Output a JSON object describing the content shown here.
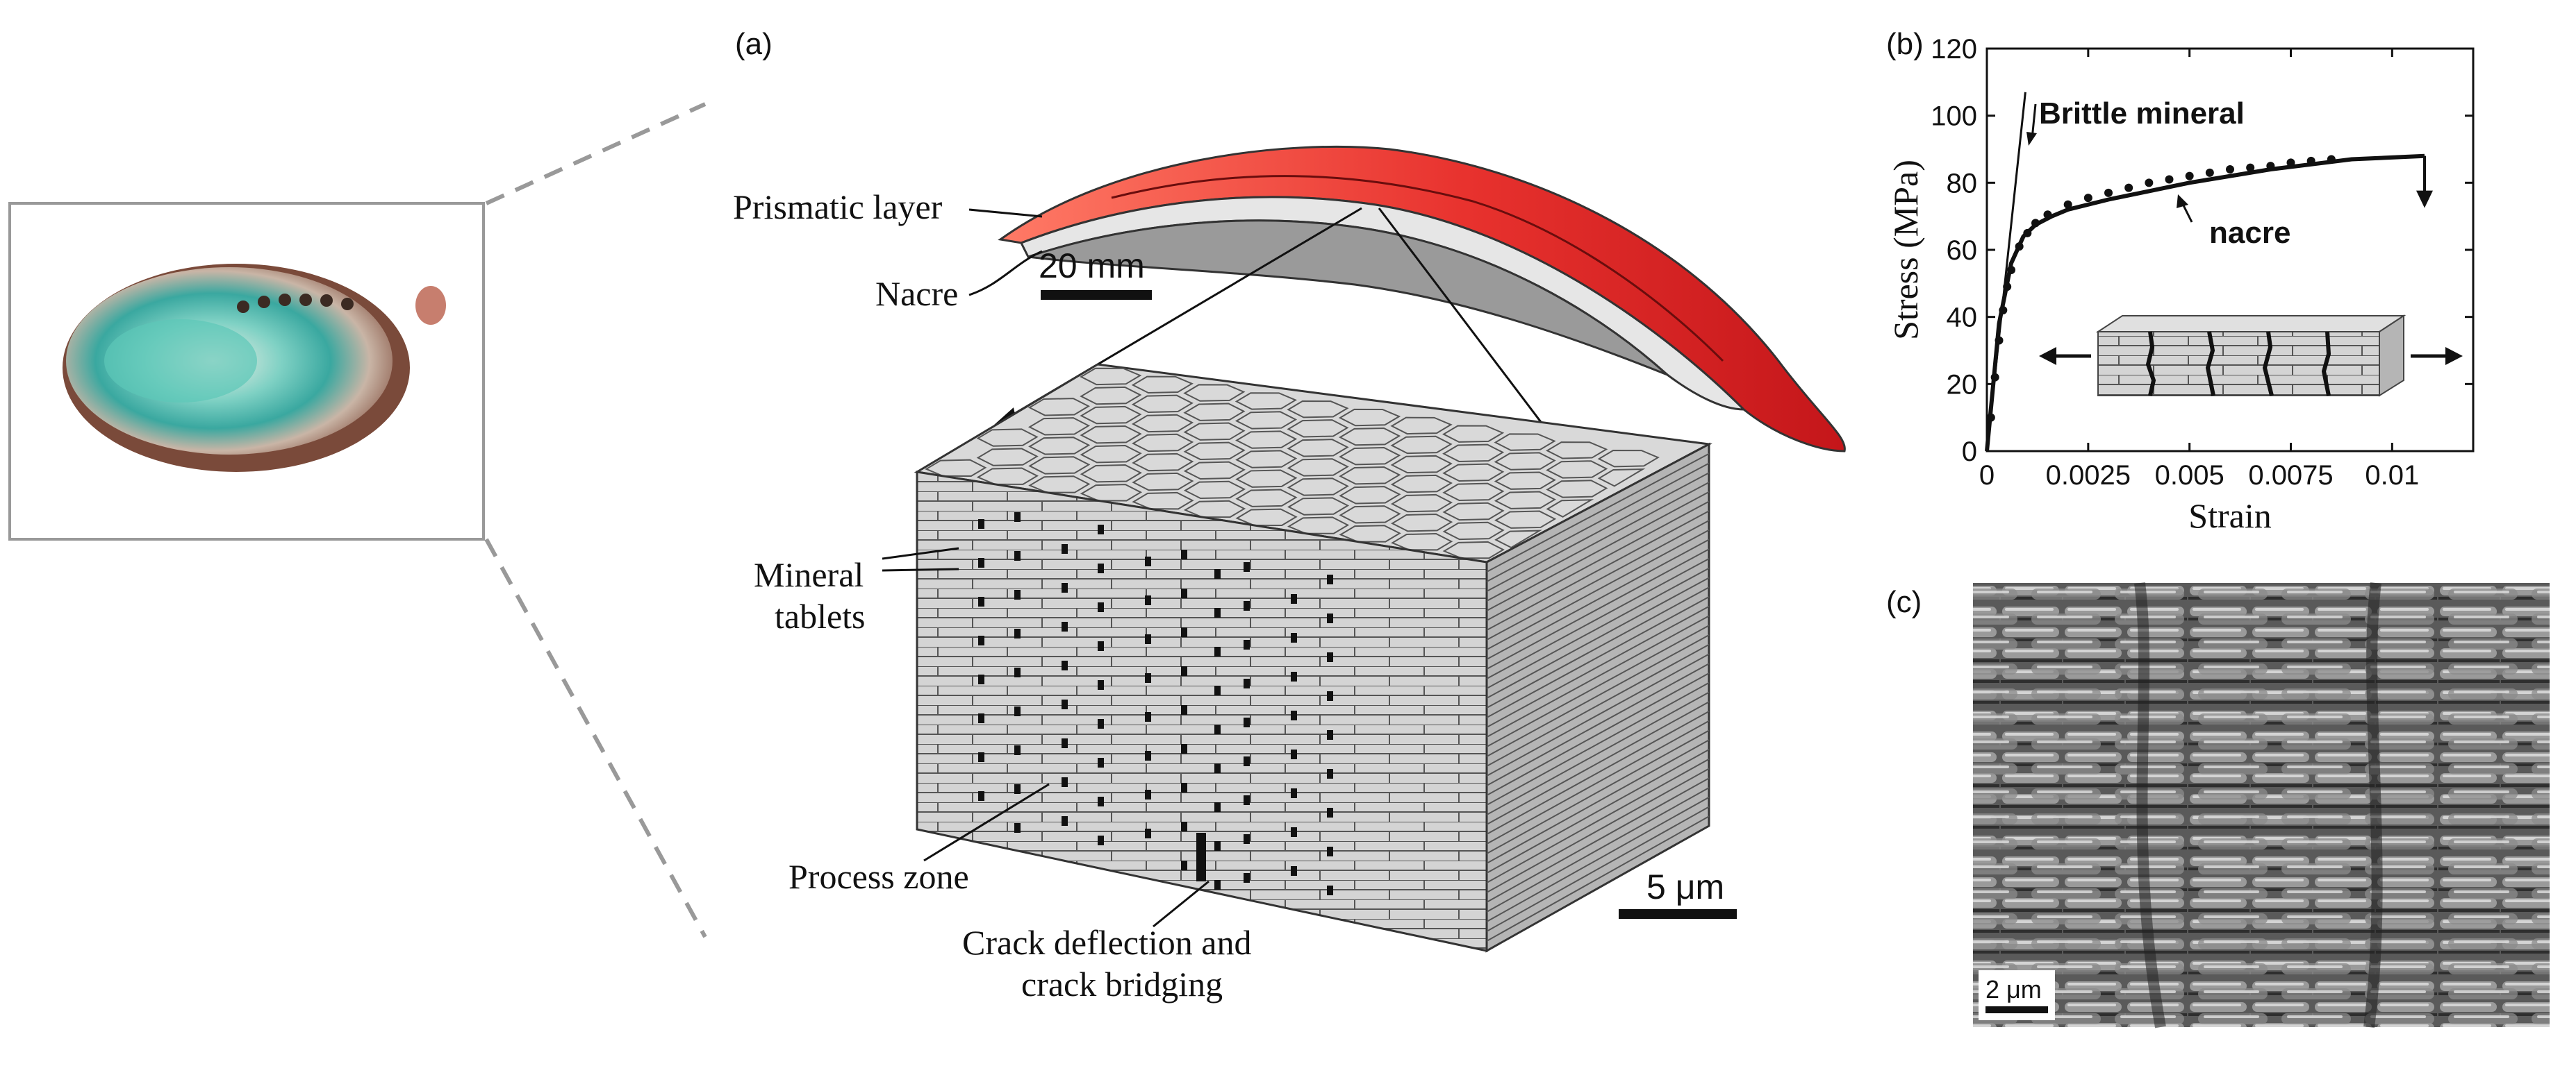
{
  "panels": {
    "a": "(a)",
    "b": "(b)",
    "c": "(c)"
  },
  "shell": {
    "prismatic_layer": "Prismatic layer",
    "nacre": "Nacre",
    "scale_bar": "20 mm"
  },
  "block": {
    "mineral_tablets_line1": "Mineral",
    "mineral_tablets_line2": "tablets",
    "process_zone": "Process zone",
    "crack_line1": "Crack deflection and",
    "crack_line2": "crack bridging",
    "scale_bar": "5 μm"
  },
  "sem": {
    "scale_bar": "2 μm"
  },
  "colors": {
    "prismatic": "#e8322e",
    "prismatic_light": "#ff6b5a",
    "nacre_layer": "#e6e6e6",
    "nacre_shadow": "#9a9a9a",
    "tablet_face": "#d9d9d9",
    "tablet_side": "#b5b5b5"
  },
  "chart_data": {
    "type": "line",
    "xlabel": "Strain",
    "ylabel": "Stress (MPa)",
    "xlim": [
      0,
      0.012
    ],
    "ylim": [
      0,
      120
    ],
    "xticks": [
      0,
      0.0025,
      0.005,
      0.0075,
      0.01
    ],
    "xtick_labels": [
      "0",
      "0.0025",
      "0.005",
      "0.0075",
      "0.01"
    ],
    "yticks": [
      0,
      20,
      40,
      60,
      80,
      100,
      120
    ],
    "ytick_labels": [
      "0",
      "20",
      "40",
      "60",
      "80",
      "100",
      "120"
    ],
    "grid": false,
    "series": [
      {
        "name": "Brittle mineral",
        "style": "thin-line",
        "x": [
          0,
          0.00095
        ],
        "y": [
          0,
          107
        ]
      },
      {
        "name": "nacre",
        "style": "thick-line",
        "x": [
          0,
          0.0003,
          0.0006,
          0.0009,
          0.0012,
          0.0016,
          0.002,
          0.003,
          0.004,
          0.005,
          0.006,
          0.007,
          0.008,
          0.009,
          0.0108
        ],
        "y": [
          0,
          38,
          56,
          64,
          67.5,
          70,
          72,
          75,
          77.5,
          80,
          82,
          84,
          85.5,
          87,
          88
        ]
      },
      {
        "name": "",
        "style": "dots",
        "x": [
          0.0001,
          0.0002,
          0.0003,
          0.0004,
          0.0005,
          0.0006,
          0.0008,
          0.001,
          0.0012,
          0.0015,
          0.002,
          0.0025,
          0.003,
          0.0035,
          0.004,
          0.0045,
          0.005,
          0.0055,
          0.006,
          0.0065,
          0.007,
          0.0075,
          0.008,
          0.0085
        ],
        "y": [
          10,
          22,
          33,
          42,
          49,
          54,
          61,
          65,
          68,
          70.5,
          73.5,
          75.5,
          77,
          78.5,
          80,
          81,
          82,
          83,
          84,
          84.5,
          85,
          86,
          86.5,
          87
        ]
      }
    ],
    "annotations": [
      {
        "text": "Brittle mineral",
        "bold": true
      },
      {
        "text": "nacre",
        "bold": true
      }
    ]
  }
}
